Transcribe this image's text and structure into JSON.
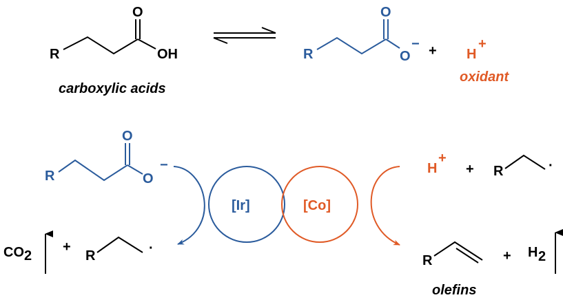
{
  "colors": {
    "blue": "#2a5b9c",
    "orange": "#e05a26",
    "black": "#000000"
  },
  "top": {
    "acid": {
      "r": "R",
      "o": "O",
      "oh": "OH",
      "label": "carboxylic acids"
    },
    "carboxylate": {
      "r": "R",
      "o": "O",
      "o_minus": "O",
      "charge": "−"
    },
    "plus": "+",
    "proton": {
      "h": "H",
      "charge": "+"
    },
    "oxidant": "oxidant"
  },
  "cycle": {
    "ir": "[Ir]",
    "co": "[Co]",
    "carboxylate": {
      "r": "R",
      "o": "O",
      "o_minus": "O",
      "charge": "−"
    },
    "right_top": {
      "h": "H",
      "charge": "+",
      "plus": "+",
      "r": "R",
      "dot": "·"
    },
    "left_bottom": {
      "co": "CO",
      "sub": "2",
      "plus": "+",
      "r": "R",
      "dot": "·"
    },
    "right_bottom": {
      "r": "R",
      "plus": "+",
      "h": "H",
      "sub": "2",
      "label": "olefins"
    }
  }
}
